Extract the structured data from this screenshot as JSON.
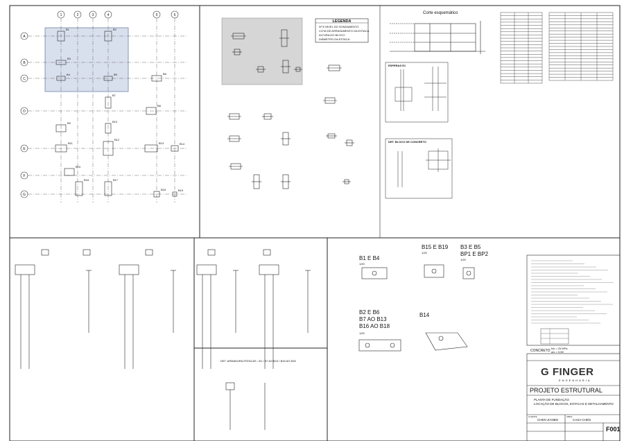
{
  "grid": {
    "columns": [
      "1",
      "2",
      "3",
      "4",
      "5",
      "6"
    ],
    "rows": [
      "A",
      "B",
      "C",
      "D",
      "E",
      "F",
      "G"
    ]
  },
  "legend": {
    "title": "LEGENDA",
    "items": [
      "Nº E NÍVEL DO SONDAMENTO",
      "COTA DE ARRASAMENTO DA ESTACA",
      "ALTURA DO BLOCO",
      "DIÂMETRO DA ESTACA"
    ]
  },
  "sections": {
    "corte": "Corte esquemático",
    "esperas": "ESPERAS E1",
    "det_concreto": "DET. BLOCO DE CONCRETO",
    "det_armadura": "DET. ARMADURA ESTACAS - B1 / B7 AO B13 / B16 AO B18"
  },
  "blocks": {
    "b1": "B1 E B4",
    "b2": "B2 E B6",
    "b3": "B7 AO B13",
    "b4": "B16 AO B18",
    "b5": "B15 E B19",
    "b6": "B3 E B5",
    "b7": "BP1 E BP2",
    "b8": "B14",
    "scale": "1/20"
  },
  "plan_labels": [
    "B1",
    "B2",
    "B3",
    "B4",
    "B5",
    "B6",
    "B7",
    "B8",
    "B9",
    "B10",
    "B11",
    "B12",
    "B13",
    "B14",
    "B15",
    "B16",
    "B17",
    "B18",
    "B19"
  ],
  "notes": {
    "concreto_label": "CONCRETO",
    "concreto_val1": "fck = 25 MPa",
    "concreto_val2": "a/c = 0,55"
  },
  "titleblock": {
    "logo": "G FINGER",
    "logo_sub": "ENGENHARIA",
    "project": "PROJETO ESTRUTURAL",
    "desc1": "PLANTA DE FUNDAÇÃO",
    "desc2": "LOCAÇÃO DE BLOCOS, ESTACAS E DETALHAMENTO",
    "client_label": "CLIENTE",
    "client": "CHEN JIANBO",
    "work_label": "OBRA",
    "work": "CASA CHEN",
    "sheet": "F001"
  }
}
